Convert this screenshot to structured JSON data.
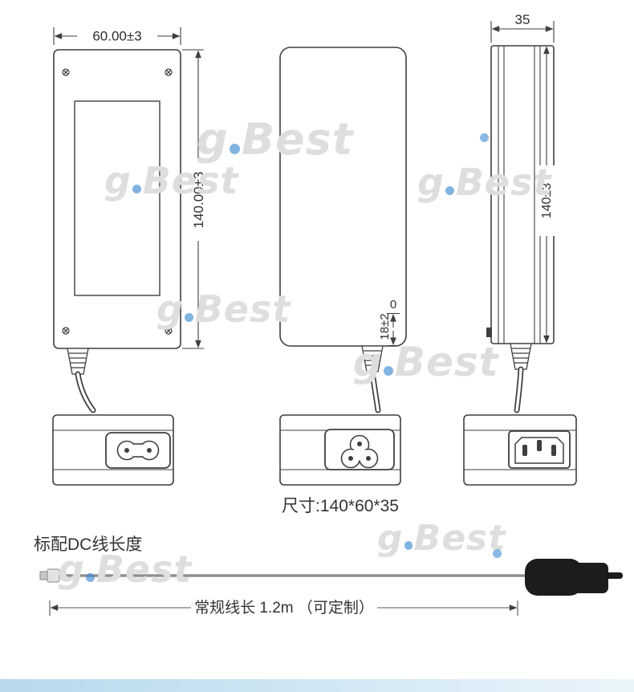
{
  "watermark": {
    "g": "g",
    "rest": "Best"
  },
  "front_view": {
    "width_dim": "60.00±3",
    "height_dim": "140.00±3"
  },
  "middle_view": {
    "zero_label": "0",
    "connector_dim": "18±2"
  },
  "side_view": {
    "width_dim": "35",
    "height_dim": "140±3"
  },
  "size_label": "尺寸:140*60*35",
  "dc_section": {
    "title": "标配DC线长度",
    "length_label": "常规线长 1.2m （可定制）"
  },
  "colors": {
    "line": "#3f3f3f",
    "bottom_bar_start": "#b7d9ec",
    "bottom_bar_end": "#eaf4fb",
    "watermark_dot": "#2e86d0"
  }
}
